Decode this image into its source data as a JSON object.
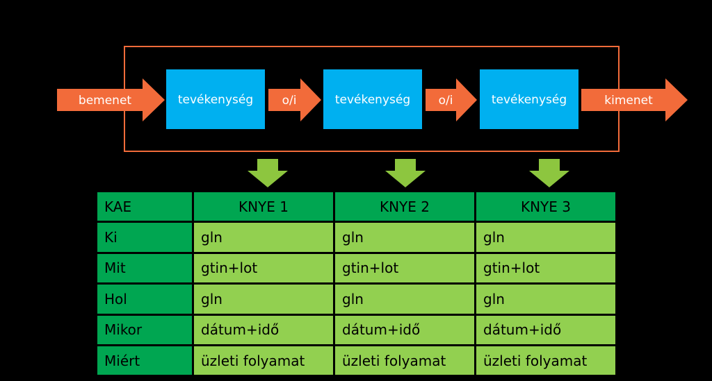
{
  "flow": {
    "input_label": "bemenet",
    "output_label": "kimenet",
    "activities": [
      "tevékenység",
      "tevékenység",
      "tevékenység"
    ],
    "connectors": [
      "o/i",
      "o/i"
    ]
  },
  "colors": {
    "background": "#000000",
    "arrow_orange": "#f26b3a",
    "process_border": "#f26b3a",
    "activity_blue": "#00b0f0",
    "down_arrow_green": "#8dc63f",
    "header_green": "#00a651",
    "cell_green": "#92d050"
  },
  "table": {
    "corner": "KAE",
    "columns": [
      "KNYE 1",
      "KNYE 2",
      "KNYE 3"
    ],
    "rows": [
      {
        "label": "Ki",
        "values": [
          "gln",
          "gln",
          "gln"
        ]
      },
      {
        "label": "Mit",
        "values": [
          "gtin+lot",
          "gtin+lot",
          "gtin+lot"
        ]
      },
      {
        "label": "Hol",
        "values": [
          "gln",
          "gln",
          "gln"
        ]
      },
      {
        "label": "Mikor",
        "values": [
          "dátum+idő",
          "dátum+idő",
          "dátum+idő"
        ]
      },
      {
        "label": "Miért",
        "values": [
          "üzleti folyamat",
          "üzleti folyamat",
          "üzleti folyamat"
        ]
      }
    ]
  }
}
